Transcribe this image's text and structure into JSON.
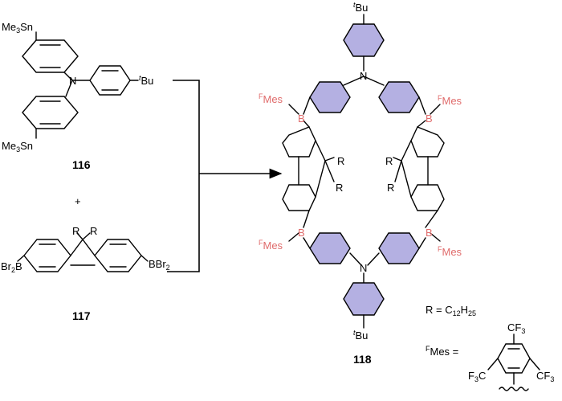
{
  "reagent_top": {
    "sn_label_top": "Me3Sn",
    "sn_label_bottom": "Me3Sn",
    "nitrogen": "N",
    "tbu": "tBu",
    "compound_number": "116"
  },
  "plus": "+",
  "reagent_bottom": {
    "r_left": "R",
    "r_right": "R",
    "bbr2_left": "Br2B",
    "bbr2_right": "BBr2",
    "compound_number": "117"
  },
  "product": {
    "nitrogen_top": "N",
    "nitrogen_bottom": "N",
    "tbu_top": "tBu",
    "tbu_bottom": "tBu",
    "boron": "B",
    "fmes": "FMes",
    "r": "R",
    "compound_number": "118"
  },
  "r_definition": "R = C12H25",
  "fmes_definition": {
    "label": "FMes =",
    "cf3": "CF3"
  },
  "colors": {
    "ring_fill": "#b4b0e2",
    "boron": "#e06c6c",
    "line": "#000000"
  }
}
